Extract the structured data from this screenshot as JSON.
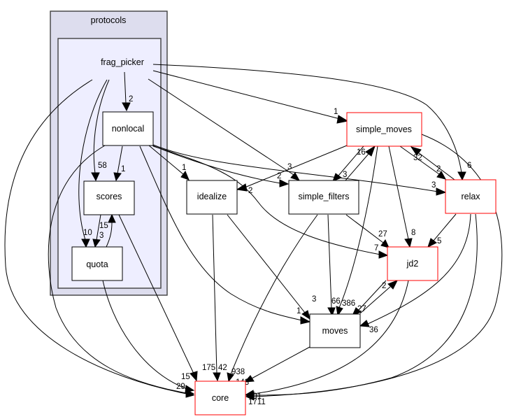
{
  "diagram": {
    "type": "directory dependency graph",
    "clusters": {
      "outer": {
        "id": "protocols",
        "label": "protocols"
      },
      "inner": {
        "id": "frag_picker_cluster",
        "label": "frag_picker"
      }
    },
    "nodes": {
      "nonlocal": {
        "label": "nonlocal",
        "highlight": false
      },
      "scores": {
        "label": "scores",
        "highlight": false
      },
      "quota": {
        "label": "quota",
        "highlight": false
      },
      "idealize": {
        "label": "idealize",
        "highlight": false
      },
      "simple_filters": {
        "label": "simple_filters",
        "highlight": false
      },
      "simple_moves": {
        "label": "simple_moves",
        "highlight": true
      },
      "relax": {
        "label": "relax",
        "highlight": true
      },
      "jd2": {
        "label": "jd2",
        "highlight": true
      },
      "moves": {
        "label": "moves",
        "highlight": false
      },
      "core": {
        "label": "core",
        "highlight": true
      }
    },
    "edges": [
      {
        "from": "frag_picker",
        "to": "nonlocal",
        "count": "2"
      },
      {
        "from": "frag_picker",
        "to": "scores",
        "count": "58"
      },
      {
        "from": "frag_picker",
        "to": "quota",
        "count": "10"
      },
      {
        "from": "frag_picker",
        "to": "simple_moves",
        "count": "1"
      },
      {
        "from": "frag_picker",
        "to": "relax",
        "count": "6"
      },
      {
        "from": "frag_picker",
        "to": "simple_filters",
        "count": "3"
      },
      {
        "from": "frag_picker",
        "to": "core",
        "count": "29"
      },
      {
        "from": "nonlocal",
        "to": "scores",
        "count": "1"
      },
      {
        "from": "nonlocal",
        "to": "idealize",
        "count": "1"
      },
      {
        "from": "nonlocal",
        "to": "simple_filters",
        "count": "2"
      },
      {
        "from": "nonlocal",
        "to": "relax",
        "count": "3"
      },
      {
        "from": "nonlocal",
        "to": "jd2",
        "count": "7"
      },
      {
        "from": "nonlocal",
        "to": "moves",
        "count": "1"
      },
      {
        "from": "nonlocal",
        "to": "core",
        "count": "17"
      },
      {
        "from": "scores",
        "to": "quota",
        "count": "3"
      },
      {
        "from": "quota",
        "to": "scores",
        "count": "15"
      },
      {
        "from": "scores",
        "to": "core",
        "count": "175"
      },
      {
        "from": "quota",
        "to": "core",
        "count": "15"
      },
      {
        "from": "simple_moves",
        "to": "idealize",
        "count": "2"
      },
      {
        "from": "simple_moves",
        "to": "simple_filters",
        "count": "3"
      },
      {
        "from": "simple_filters",
        "to": "simple_moves",
        "count": "16"
      },
      {
        "from": "simple_moves",
        "to": "relax",
        "count": "2"
      },
      {
        "from": "relax",
        "to": "simple_moves",
        "count": "32"
      },
      {
        "from": "simple_moves",
        "to": "jd2",
        "count": "8"
      },
      {
        "from": "simple_moves",
        "to": "moves",
        "count": "386"
      },
      {
        "from": "simple_moves",
        "to": "core",
        "count": "1711"
      },
      {
        "from": "idealize",
        "to": "core",
        "count": "42"
      },
      {
        "from": "idealize",
        "to": "moves",
        "count": "3"
      },
      {
        "from": "simple_filters",
        "to": "jd2",
        "count": "27"
      },
      {
        "from": "simple_filters",
        "to": "moves",
        "count": "66"
      },
      {
        "from": "simple_filters",
        "to": "core",
        "count": "938"
      },
      {
        "from": "relax",
        "to": "jd2",
        "count": "5"
      },
      {
        "from": "relax",
        "to": "moves",
        "count": "36"
      },
      {
        "from": "relax",
        "to": "core",
        "count": "401"
      },
      {
        "from": "jd2",
        "to": "moves",
        "count": "27"
      },
      {
        "from": "moves",
        "to": "jd2",
        "count": "2"
      },
      {
        "from": "jd2",
        "to": "core",
        "count": "61"
      },
      {
        "from": "moves",
        "to": "core",
        "count": "143"
      }
    ]
  }
}
